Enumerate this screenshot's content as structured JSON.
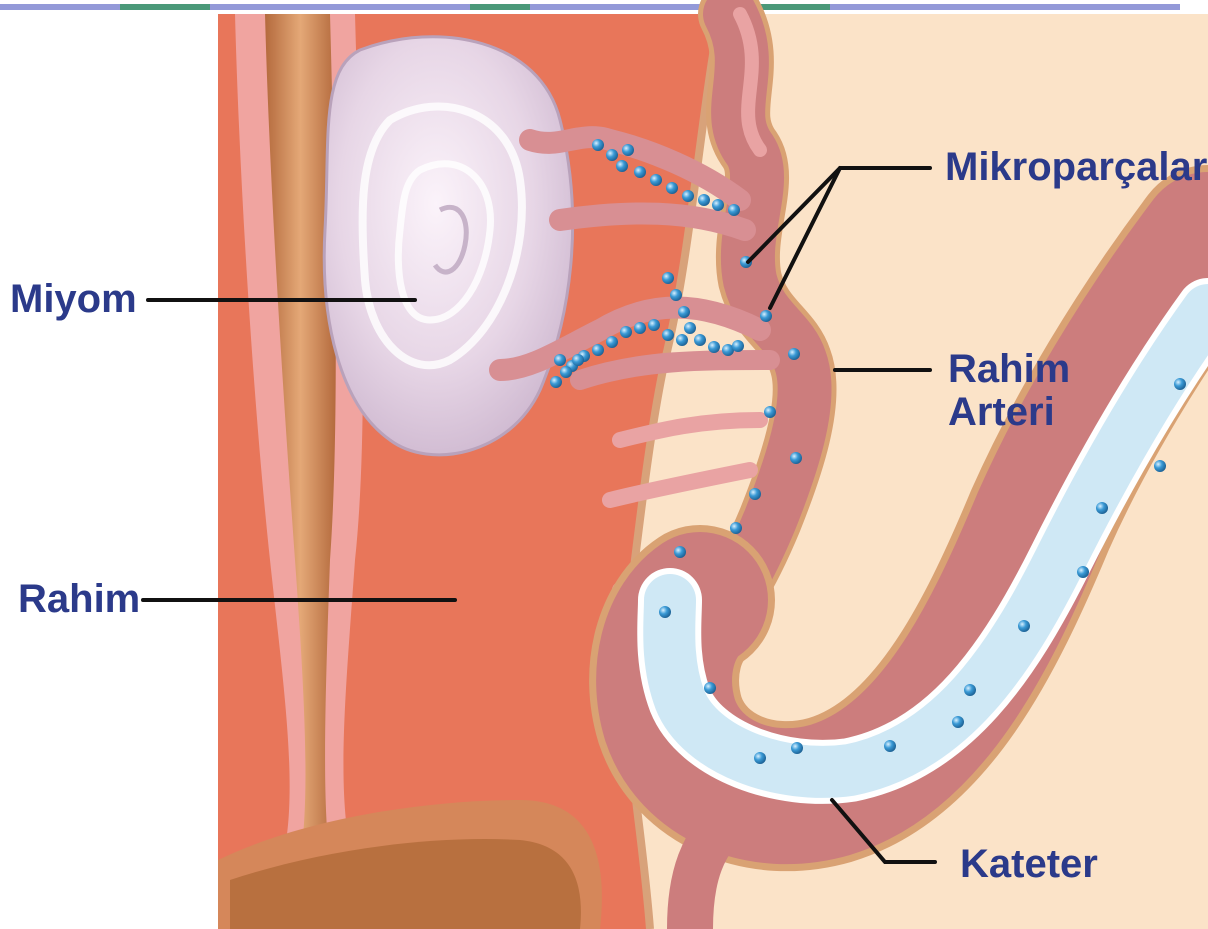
{
  "labels": {
    "myoma": "Miyom",
    "uterus": "Rahim",
    "microparticles": "Mikroparçalar",
    "uterine_artery_line1": "Rahim",
    "uterine_artery_line2": "Arteri",
    "catheter": "Kateter"
  },
  "colors": {
    "label_text": "#2b3a8a",
    "leader_line": "#111111",
    "uterus_tissue": "#e8765a",
    "background": "#fbe3c8",
    "artery": "#cc7d7d",
    "catheter": "#cfe8f5",
    "particle": "#2b88c9",
    "myoma": "#e7d6e6"
  }
}
